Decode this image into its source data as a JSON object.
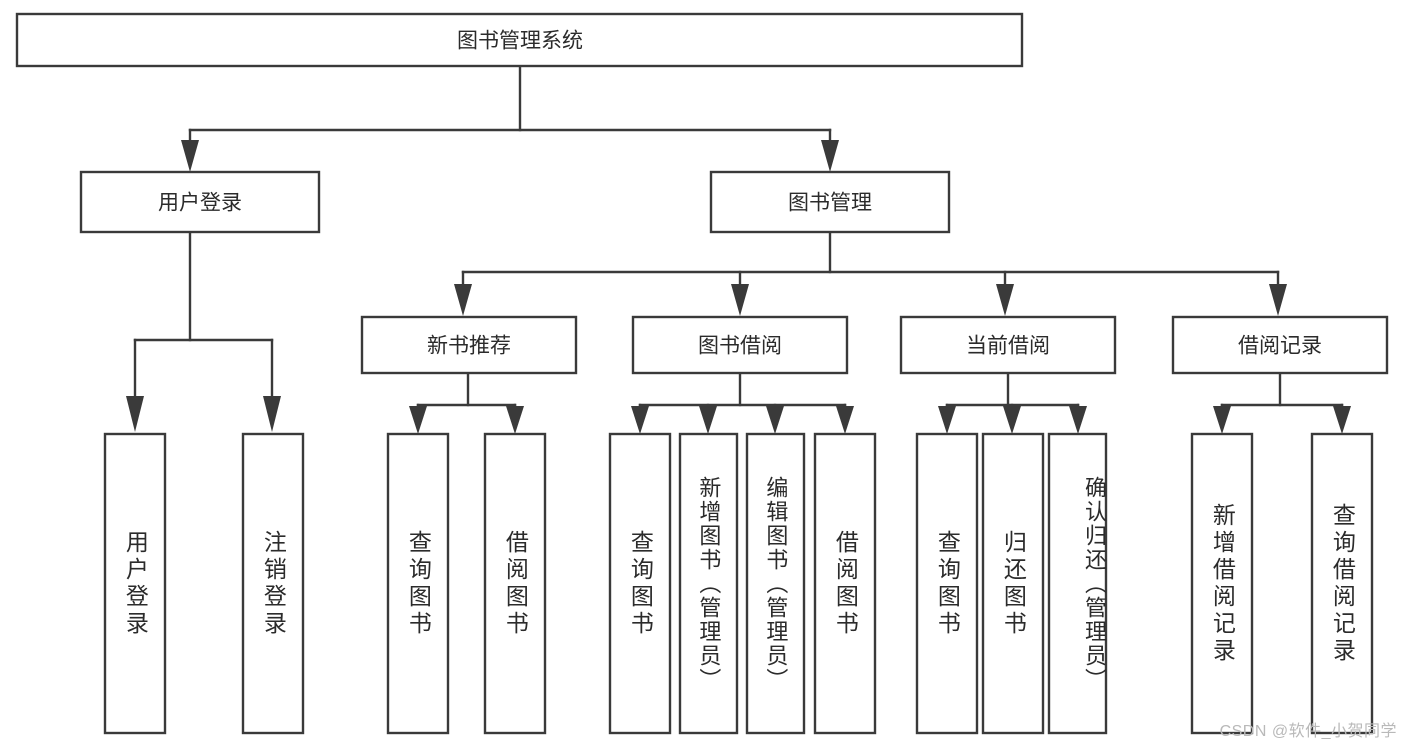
{
  "diagram": {
    "type": "tree",
    "title": "图书管理系统",
    "watermark": "CSDN @软件_小贺同学",
    "colors": {
      "box_stroke": "#3a3a3a",
      "box_fill": "#ffffff",
      "text": "#2b2b2b",
      "watermark": "#b9b9b9",
      "background": "#ffffff"
    },
    "levels": {
      "root": "图书管理系统",
      "level1": [
        "用户登录",
        "图书管理"
      ],
      "level2": [
        "新书推荐",
        "图书借阅",
        "当前借阅",
        "借阅记录"
      ],
      "leaves": [
        "用户登录",
        "注销登录",
        "查询图书",
        "借阅图书",
        "查询图书",
        "新增图书（管理员）",
        "编辑图书（管理员）",
        "借阅图书",
        "查询图书",
        "归还图书",
        "确认归还（管理员）",
        "新增借阅记录",
        "查询借阅记录"
      ]
    },
    "nodes": {
      "root": {
        "label": "图书管理系统"
      },
      "user_login": {
        "label": "用户登录"
      },
      "book_manage": {
        "label": "图书管理"
      },
      "new_book_rec": {
        "label": "新书推荐"
      },
      "book_borrow": {
        "label": "图书借阅"
      },
      "current_borrow": {
        "label": "当前借阅"
      },
      "borrow_record": {
        "label": "借阅记录"
      },
      "leaf_user_login": {
        "label": "用户登录"
      },
      "leaf_logout": {
        "label": "注销登录"
      },
      "leaf_query_book_1": {
        "label": "查询图书"
      },
      "leaf_borrow_book_1": {
        "label": "借阅图书"
      },
      "leaf_query_book_2": {
        "label": "查询图书"
      },
      "leaf_add_book": {
        "label": "新增图书（管理员）"
      },
      "leaf_edit_book": {
        "label": "编辑图书（管理员）"
      },
      "leaf_borrow_book_2": {
        "label": "借阅图书"
      },
      "leaf_query_book_3": {
        "label": "查询图书"
      },
      "leaf_return_book": {
        "label": "归还图书"
      },
      "leaf_confirm_return": {
        "label": "确认归还（管理员）"
      },
      "leaf_add_record": {
        "label": "新增借阅记录"
      },
      "leaf_query_record": {
        "label": "查询借阅记录"
      }
    },
    "edges": [
      {
        "from": "root",
        "to": "user_login"
      },
      {
        "from": "root",
        "to": "book_manage"
      },
      {
        "from": "user_login",
        "to": "leaf_user_login"
      },
      {
        "from": "user_login",
        "to": "leaf_logout"
      },
      {
        "from": "book_manage",
        "to": "new_book_rec"
      },
      {
        "from": "book_manage",
        "to": "book_borrow"
      },
      {
        "from": "book_manage",
        "to": "current_borrow"
      },
      {
        "from": "book_manage",
        "to": "borrow_record"
      },
      {
        "from": "new_book_rec",
        "to": "leaf_query_book_1"
      },
      {
        "from": "new_book_rec",
        "to": "leaf_borrow_book_1"
      },
      {
        "from": "book_borrow",
        "to": "leaf_query_book_2"
      },
      {
        "from": "book_borrow",
        "to": "leaf_add_book"
      },
      {
        "from": "book_borrow",
        "to": "leaf_edit_book"
      },
      {
        "from": "book_borrow",
        "to": "leaf_borrow_book_2"
      },
      {
        "from": "current_borrow",
        "to": "leaf_query_book_3"
      },
      {
        "from": "current_borrow",
        "to": "leaf_return_book"
      },
      {
        "from": "current_borrow",
        "to": "leaf_confirm_return"
      },
      {
        "from": "borrow_record",
        "to": "leaf_add_record"
      },
      {
        "from": "borrow_record",
        "to": "leaf_query_record"
      }
    ]
  }
}
